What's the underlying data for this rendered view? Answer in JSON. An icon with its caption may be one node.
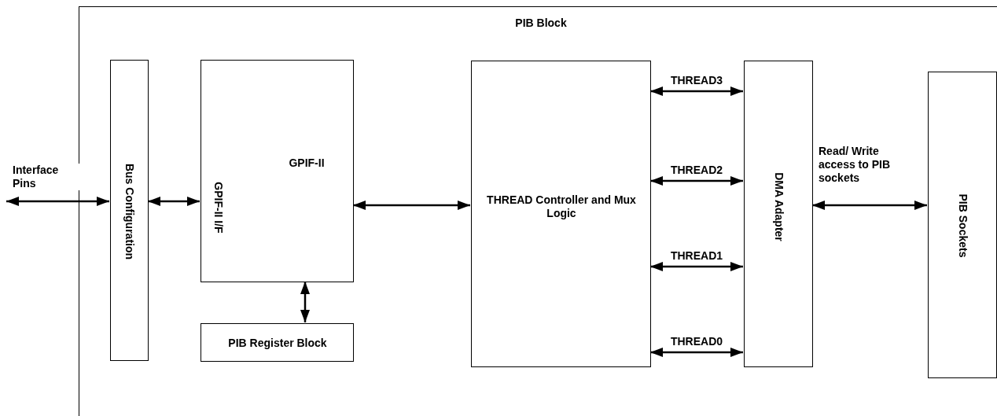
{
  "diagram": {
    "nodes": [
      {
        "text": [
          "PIB Block"
        ]
      },
      {
        "text": [
          "Bus Configuration"
        ],
        "in": 0
      },
      {
        "text": [
          "GPIF-II",
          "GPIF-II I/F"
        ],
        "in": 0
      },
      {
        "text": [
          "PIB Register Block"
        ],
        "in": 0
      },
      {
        "text": [
          "THREAD Controller and Mux Logic"
        ],
        "in": 0
      },
      {
        "text": [
          "DMA Adapter"
        ],
        "in": 0
      },
      {
        "text": [
          "PIB Sockets"
        ],
        "in": 0
      }
    ],
    "edges": [
      {
        "from": null,
        "to": 1,
        "arrow": "both",
        "label": "Interface Pins"
      },
      {
        "from": 1,
        "to": 2,
        "arrow": "both"
      },
      {
        "from": 2,
        "to": 3,
        "arrow": "both"
      },
      {
        "from": 2,
        "to": 4,
        "arrow": "both"
      },
      {
        "from": 4,
        "to": 5,
        "arrow": "both",
        "label": "THREAD3"
      },
      {
        "from": 4,
        "to": 5,
        "arrow": "both",
        "label": "THREAD2"
      },
      {
        "from": 4,
        "to": 5,
        "arrow": "both",
        "label": "THREAD1"
      },
      {
        "from": 4,
        "to": 5,
        "arrow": "both",
        "label": "THREAD0"
      },
      {
        "from": 5,
        "to": 6,
        "arrow": "both",
        "label": "Read/ Write access to PIB sockets"
      }
    ]
  }
}
